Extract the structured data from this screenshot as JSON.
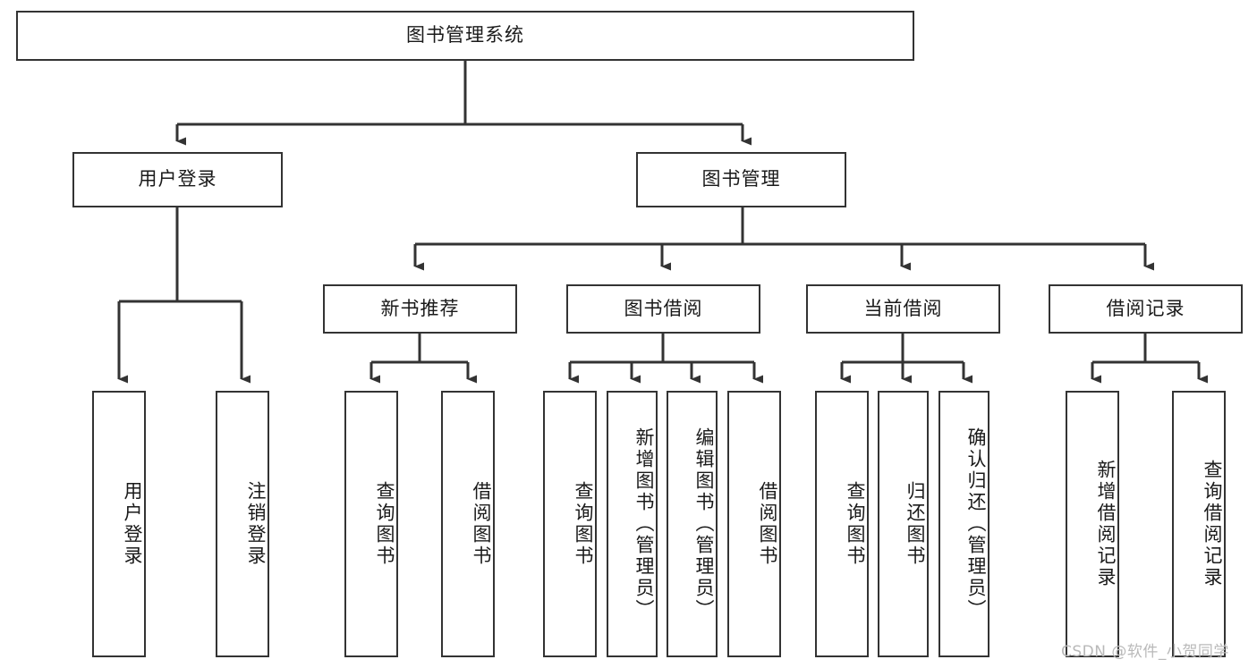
{
  "diagram": {
    "title": "图书管理系统",
    "type": "hierarchy-tree",
    "levels": {
      "root": {
        "label": "图书管理系统"
      },
      "level2": [
        {
          "id": "user-login",
          "label": "用户登录"
        },
        {
          "id": "book-management",
          "label": "图书管理"
        }
      ],
      "level3": [
        {
          "id": "new-book-recommend",
          "label": "新书推荐",
          "parent": "book-management"
        },
        {
          "id": "book-borrow",
          "label": "图书借阅",
          "parent": "book-management"
        },
        {
          "id": "current-borrow",
          "label": "当前借阅",
          "parent": "book-management"
        },
        {
          "id": "borrow-record",
          "label": "借阅记录",
          "parent": "book-management"
        }
      ],
      "leaves": [
        {
          "id": "leaf-user-login",
          "label": "用户登录",
          "parent": "user-login"
        },
        {
          "id": "leaf-logout-login",
          "label": "注销登录",
          "parent": "user-login"
        },
        {
          "id": "leaf-query-book-1",
          "label": "查询图书",
          "parent": "new-book-recommend"
        },
        {
          "id": "leaf-borrow-book-1",
          "label": "借阅图书",
          "parent": "new-book-recommend"
        },
        {
          "id": "leaf-query-book-2",
          "label": "查询图书",
          "parent": "book-borrow"
        },
        {
          "id": "leaf-add-book",
          "label": "新增图书（管理员）",
          "parent": "book-borrow"
        },
        {
          "id": "leaf-edit-book",
          "label": "编辑图书（管理员）",
          "parent": "book-borrow"
        },
        {
          "id": "leaf-borrow-book-2",
          "label": "借阅图书",
          "parent": "book-borrow"
        },
        {
          "id": "leaf-query-book-3",
          "label": "查询图书",
          "parent": "current-borrow"
        },
        {
          "id": "leaf-return-book",
          "label": "归还图书",
          "parent": "current-borrow"
        },
        {
          "id": "leaf-confirm-return",
          "label": "确认归还（管理员）",
          "parent": "current-borrow"
        },
        {
          "id": "leaf-add-record",
          "label": "新增借阅记录",
          "parent": "borrow-record"
        },
        {
          "id": "leaf-query-record",
          "label": "查询借阅记录",
          "parent": "borrow-record"
        }
      ]
    },
    "colors": {
      "stroke": "#333333",
      "fill": "#ffffff",
      "text": "#1a1a1a",
      "watermark": "#b9b9b9"
    }
  },
  "watermark": {
    "text": "CSDN @软件_小贺同学"
  }
}
